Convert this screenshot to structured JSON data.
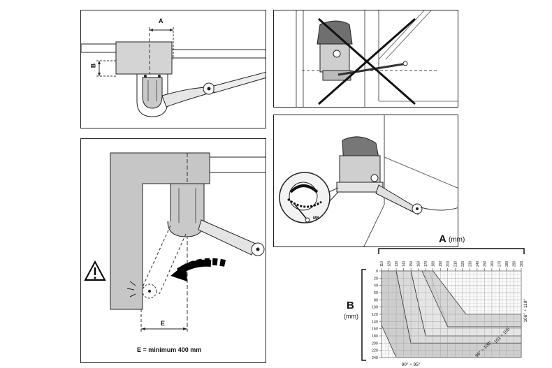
{
  "panel1": {
    "dim_a": "A",
    "dim_b": "B"
  },
  "panel3": {
    "dim_e": "E",
    "caption": "E = minimum 400 mm"
  },
  "panel4": {
    "screw": "M8"
  },
  "chart": {
    "a_letter": "A",
    "a_unit": "(mm)",
    "b_letter": "B",
    "b_unit": "(mm)",
    "x_ticks": [
      "110",
      "120",
      "130",
      "140",
      "150",
      "160",
      "170",
      "180",
      "190",
      "200",
      "210",
      "220",
      "230",
      "240",
      "250",
      "260",
      "270",
      "280",
      "290",
      "300"
    ],
    "y_ticks": [
      "0",
      "20",
      "40",
      "60",
      "80",
      "100",
      "120",
      "140",
      "160",
      "180",
      "200",
      "220",
      "240"
    ],
    "zone_labels": [
      "90° ÷ 95°",
      "96° ÷ 100°",
      "101 ÷ 105",
      "106° ÷ 110°"
    ]
  },
  "chart_data": {
    "type": "area",
    "x_label": "A",
    "x_unit": "mm",
    "y_label": "B",
    "y_unit": "mm",
    "xlim": [
      110,
      300
    ],
    "ylim": [
      0,
      240
    ],
    "y_inverted": true,
    "x_ticks": [
      110,
      120,
      130,
      140,
      150,
      160,
      170,
      180,
      190,
      200,
      210,
      220,
      230,
      240,
      250,
      260,
      270,
      280,
      290,
      300
    ],
    "y_ticks": [
      0,
      20,
      40,
      60,
      80,
      100,
      120,
      140,
      160,
      180,
      200,
      220,
      240
    ],
    "series": [
      {
        "name": "90° ÷ 95°",
        "boundary": [
          [
            110,
            0
          ],
          [
            130,
            0
          ],
          [
            150,
            200
          ],
          [
            300,
            200
          ],
          [
            300,
            245
          ],
          [
            130,
            245
          ],
          [
            110,
            150
          ]
        ]
      },
      {
        "name": "96° ÷ 100°",
        "boundary": [
          [
            130,
            0
          ],
          [
            150,
            0
          ],
          [
            170,
            180
          ],
          [
            300,
            180
          ],
          [
            300,
            200
          ],
          [
            150,
            200
          ]
        ]
      },
      {
        "name": "101 ÷ 105",
        "boundary": [
          [
            150,
            0
          ],
          [
            175,
            0
          ],
          [
            200,
            155
          ],
          [
            300,
            155
          ],
          [
            300,
            180
          ],
          [
            170,
            180
          ]
        ]
      },
      {
        "name": "106° ÷ 110°",
        "boundary": [
          [
            165,
            0
          ],
          [
            180,
            0
          ],
          [
            225,
            120
          ],
          [
            300,
            120
          ],
          [
            300,
            155
          ],
          [
            200,
            155
          ]
        ]
      }
    ]
  }
}
